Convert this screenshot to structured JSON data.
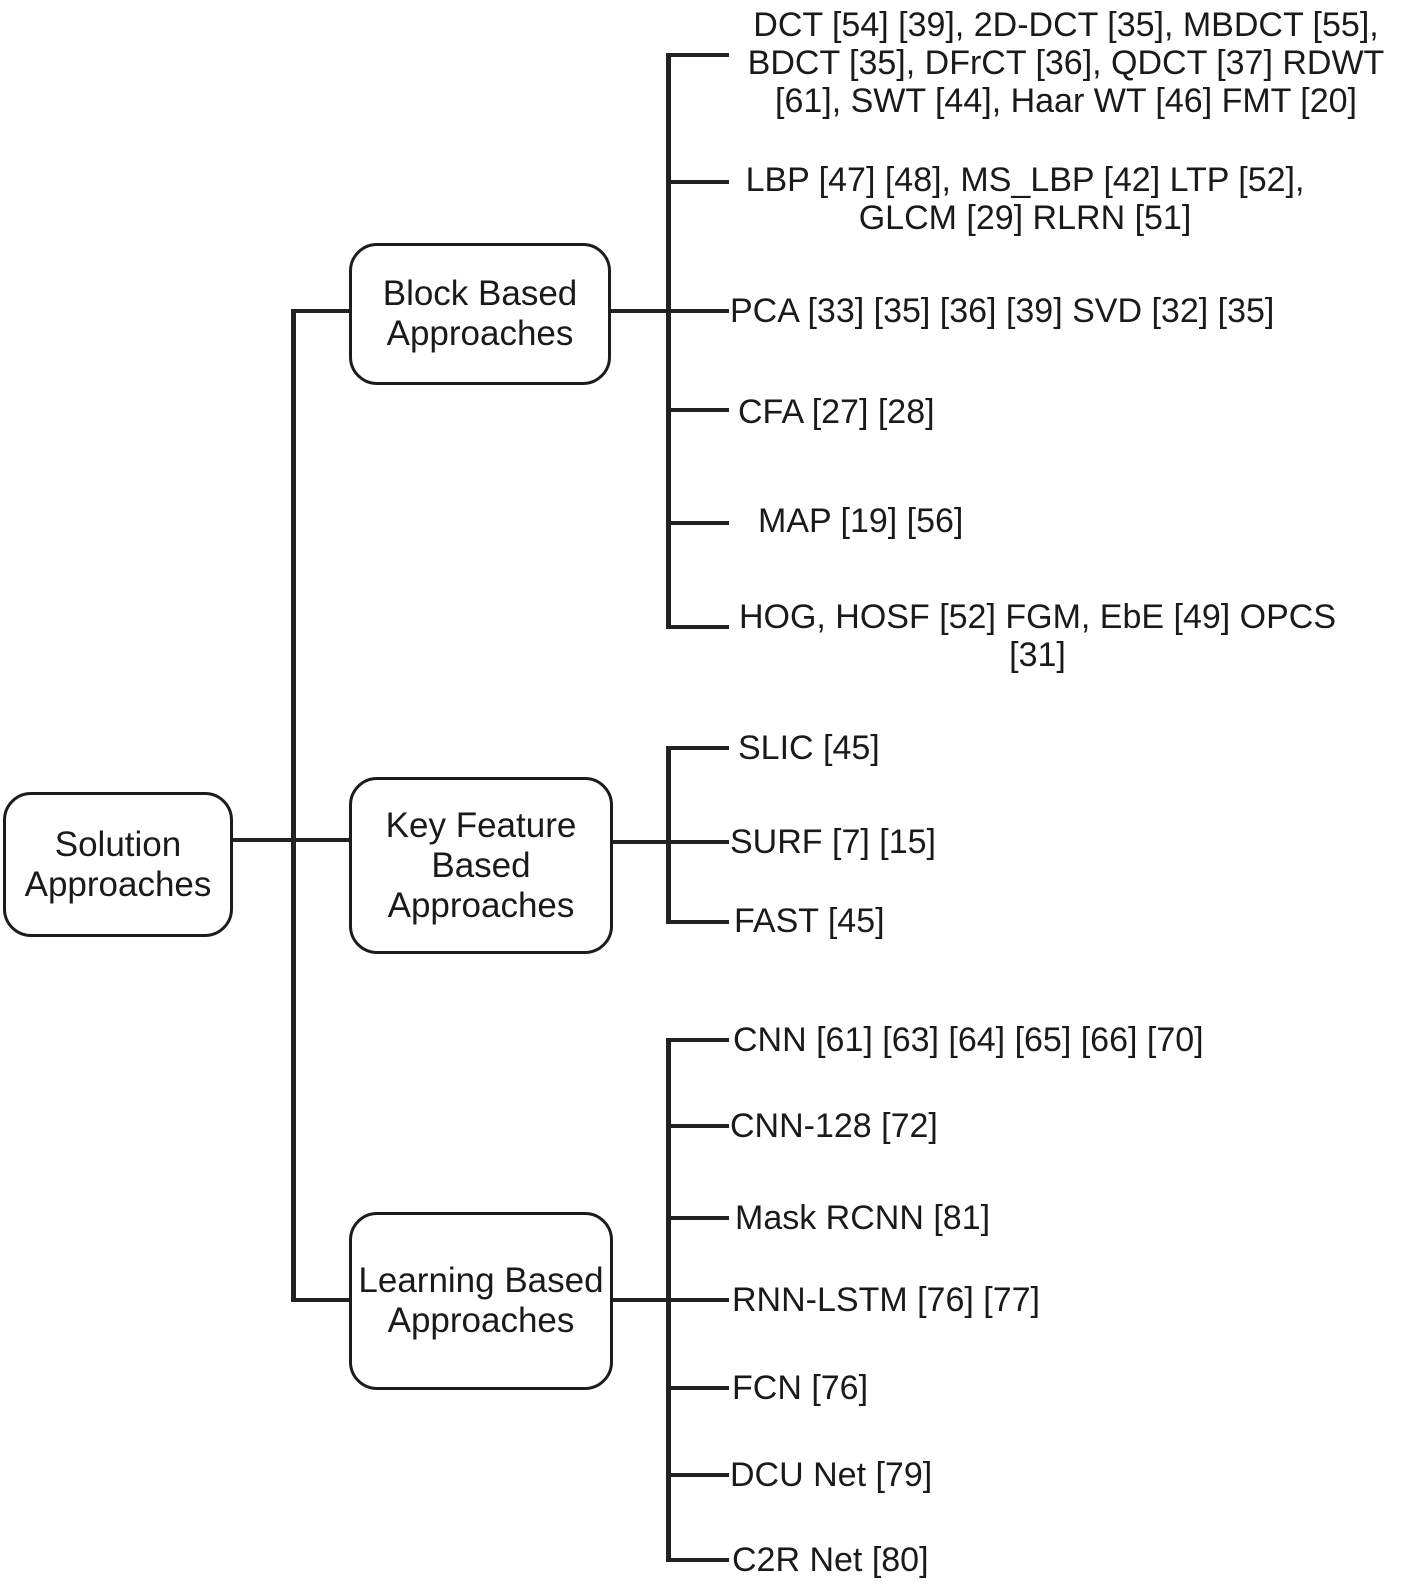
{
  "root": {
    "label": "Solution\nApproaches"
  },
  "branches": [
    {
      "label": "Block Based\nApproaches",
      "leaves": [
        "DCT [54] [39], 2D-DCT [35],  MBDCT [55],\nBDCT [35], DFrCT [36], QDCT [37] RDWT\n[61], SWT [44], Haar WT [46] FMT [20]",
        "LBP [47] [48], MS_LBP [42] LTP [52],\nGLCM [29] RLRN [51]",
        "PCA [33] [35] [36] [39] SVD [32] [35]",
        "CFA [27] [28]",
        "MAP [19] [56]",
        "HOG, HOSF [52] FGM, EbE [49] OPCS\n[31]"
      ]
    },
    {
      "label": "Key Feature\nBased\nApproaches",
      "leaves": [
        "SLIC [45]",
        "SURF [7] [15]",
        "FAST [45]"
      ]
    },
    {
      "label": "Learning Based\nApproaches",
      "leaves": [
        "CNN [61] [63] [64] [65] [66] [70]",
        "CNN-128 [72]",
        "Mask RCNN [81]",
        "RNN-LSTM [76] [77]",
        "FCN [76]",
        "DCU Net [79]",
        "C2R Net [80]"
      ]
    }
  ],
  "colors": {
    "line": "#222222",
    "text": "#1a1a1a",
    "background": "#ffffff"
  }
}
